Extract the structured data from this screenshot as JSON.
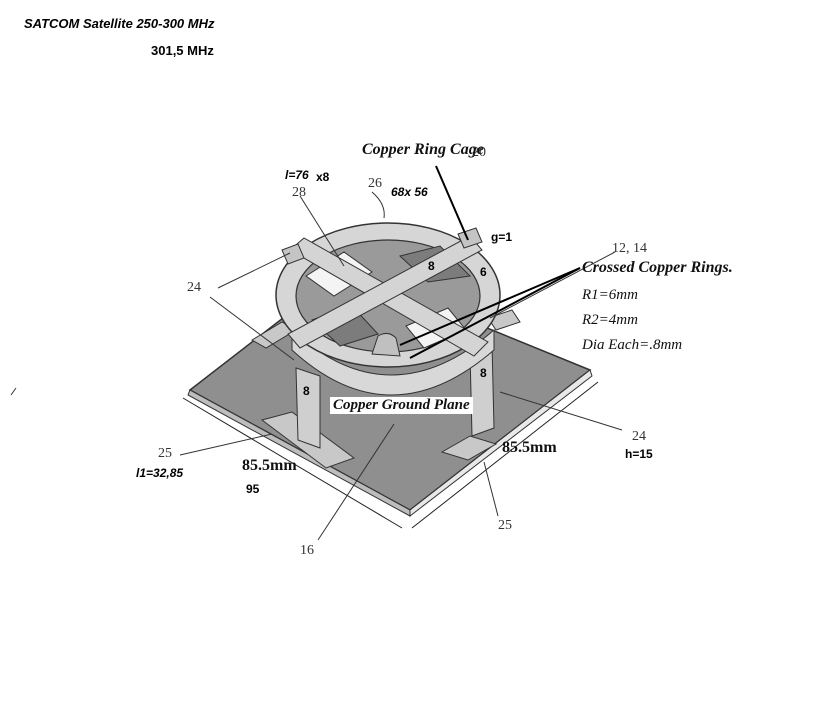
{
  "heading": {
    "title": "SATCOM Satellite 250-300 MHz",
    "frequency": "301,5 MHz"
  },
  "labels": {
    "copper_ring_cage": "Copper Ring Cage",
    "ref_20": "20",
    "l_76": "l=76",
    "x8": "x8",
    "ref_28": "28",
    "ref_26": "26",
    "size_68x56": "68x 56",
    "g_1": "g=1",
    "ref_12_14": "12, 14",
    "crossed_copper_rings": "Crossed Copper Rings.",
    "r1": "R1=6mm",
    "r2": "R2=4mm",
    "dia_each": "Dia Each=.8mm",
    "ref_24_left": "24",
    "num_8_top": "8",
    "num_6": "6",
    "num_8_left": "8",
    "num_8_right": "8",
    "copper_ground_plane": "Copper Ground Plane",
    "ref_24_right": "24",
    "h_15": "h=15",
    "ref_25_left": "25",
    "l1": "l1=32,85",
    "dim_left": "85.5mm",
    "num_95": "95",
    "dim_right": "85.5mm",
    "ref_25_right": "25",
    "ref_16": "16"
  },
  "colors": {
    "ground_plane": "#8f8f8f",
    "ring": "#d4d4d4",
    "outline": "#333333"
  }
}
